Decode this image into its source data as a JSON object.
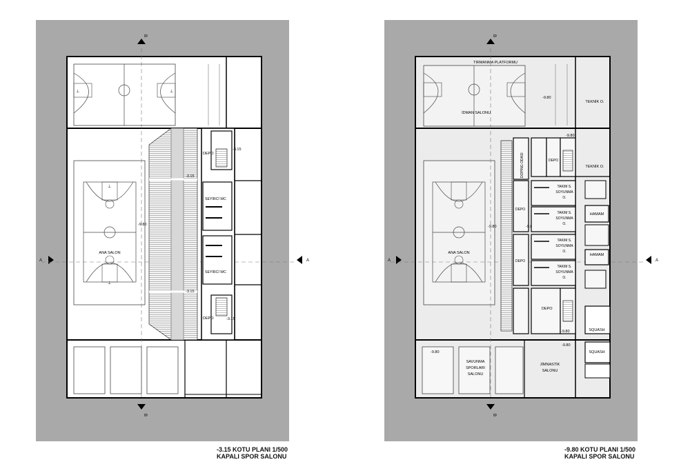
{
  "plans": [
    {
      "id": "left",
      "caption_title": "-3.15 KOTU PLANI 1/500",
      "caption_subtitle": "KAPALI SPOR SALONU",
      "section_a": "A",
      "section_b": "B",
      "rooms": {
        "main_hall": "ANA SALON",
        "depot_top": "DEPO",
        "depot_bottom": "DEPO",
        "wc_top": "SEYİRCİ WC",
        "wc_bottom": "SEYİRCİ WC"
      },
      "levels": {
        "hall": "-9.80",
        "stair_top": "-3.15",
        "stair_mid": "-3.15",
        "stair_low": "-3.15",
        "stair_bottom": "-3.15"
      }
    },
    {
      "id": "right",
      "caption_title": "-9.80 KOTU PLANI 1/500",
      "caption_subtitle": "KAPALI SPOR SALONU",
      "section_a": "A",
      "section_b": "B",
      "rooms": {
        "climbing": "TIRMANMA PLATFORMU",
        "training": "İDMAN SALONU",
        "technical_1": "TEKNİK O.",
        "technical_2": "TEKNİK O.",
        "main_hall": "ANA SALON",
        "doping": "DOPİNG ODASI",
        "depo_a": "DEPO",
        "depo_b": "DEPO",
        "depo_c": "DEPO",
        "depo_d": "DEPO",
        "team1": [
          "TAKIM S.",
          "SOYUNMA",
          "O."
        ],
        "team2": [
          "TAKIM S.",
          "SOYUNMA",
          "O."
        ],
        "team3": [
          "TAKIM S.",
          "SOYUNMA",
          "O."
        ],
        "team4": [
          "TAKIM S.",
          "SOYUNMA",
          "O."
        ],
        "hamam1": "HAMAM",
        "hamam2": "HAMAM",
        "squash1": "SQUASH",
        "squash2": "SQUASH",
        "defense": [
          "SAVUNMA",
          "SPORLARI",
          "SALONU"
        ],
        "gymnastics": [
          "JİMNASTİK",
          "SALONU"
        ]
      },
      "levels": {
        "training": "-9.80",
        "hall": "-9.80",
        "depo": "-9.80",
        "stair_top": "-9.80",
        "lower": "-9.80",
        "defense": "-9.80",
        "gym": "-9.80"
      }
    }
  ]
}
